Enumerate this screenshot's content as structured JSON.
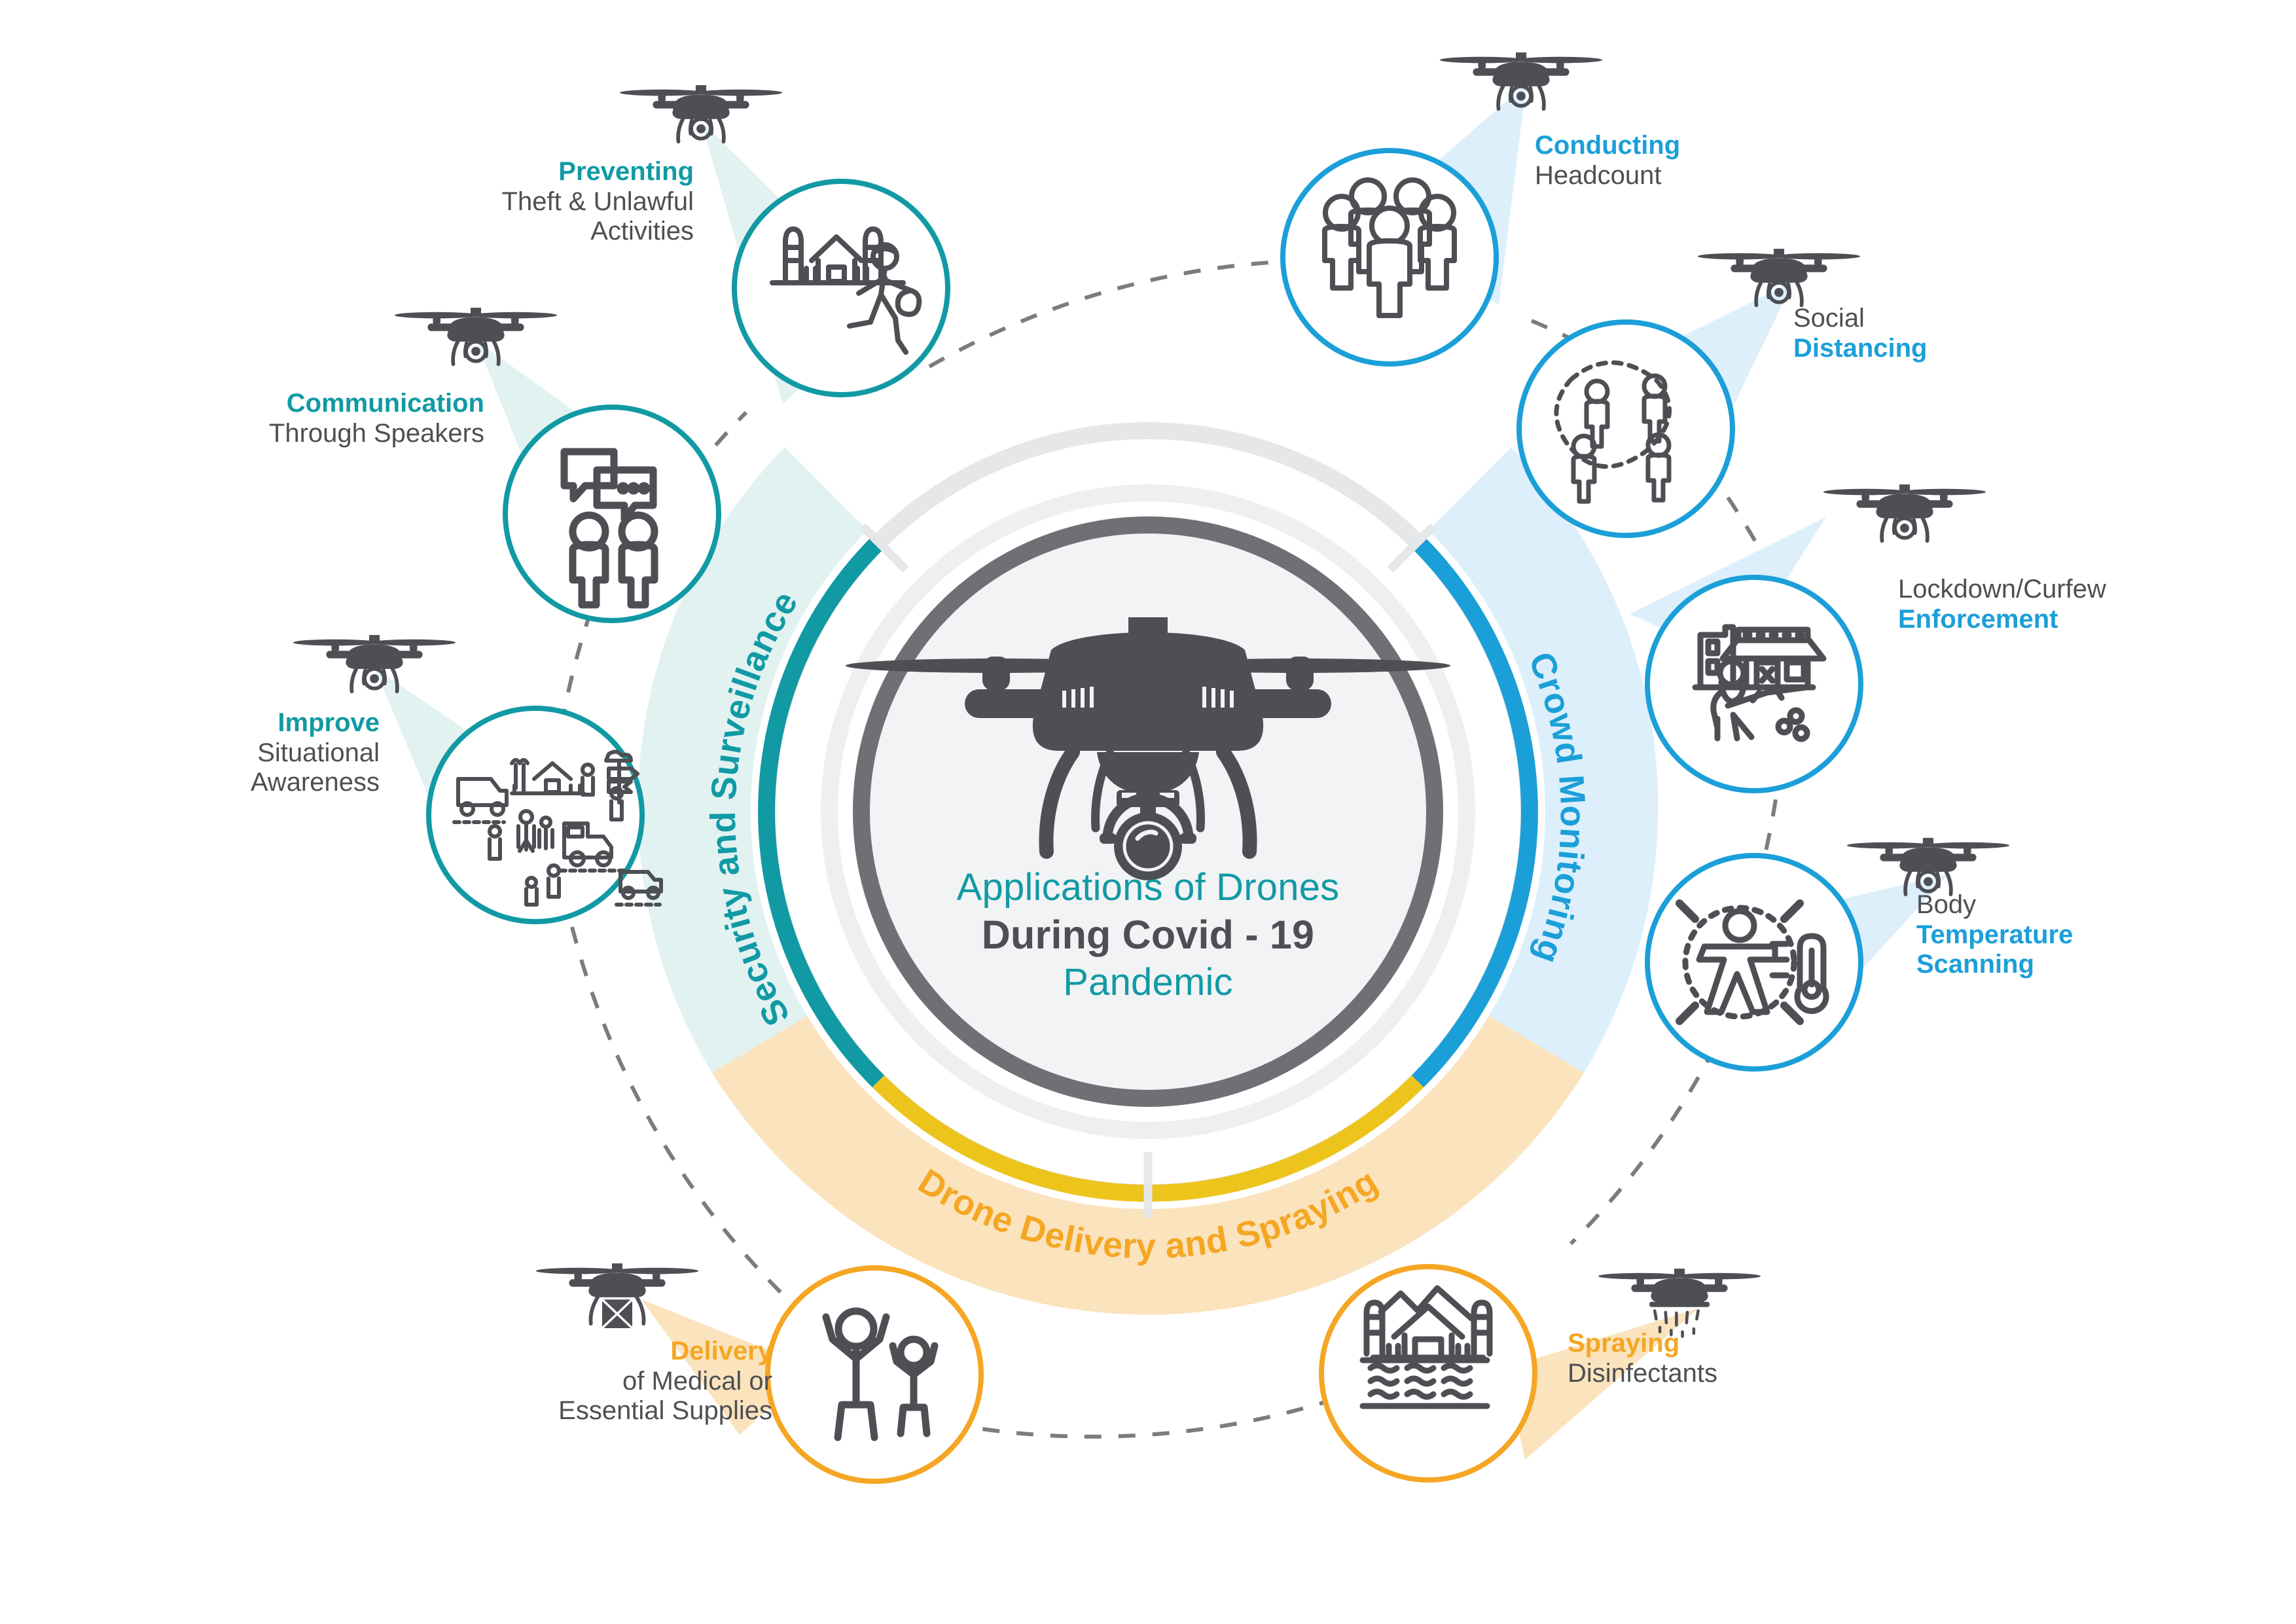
{
  "center": {
    "line1": "Applications of Drones",
    "line2": "During Covid - 19",
    "line3": "Pandemic",
    "drone_icon": "quadcopter-drone-icon"
  },
  "colors": {
    "teal": "#119aa4",
    "teal_pale": "#e2f2f1",
    "blue": "#1b9fd8",
    "blue_pale": "#ddeffb",
    "yellow": "#edc41c",
    "orange": "#f5a623",
    "orange_pale": "#fae3bd",
    "gray_dark": "#4d4f54",
    "gray_ring": "#6e7075",
    "gray_light": "#e6e7e8",
    "inner_fill": "#f2f3f4"
  },
  "arcs": [
    {
      "id": "security",
      "label": "Security and Surveillance",
      "color": "#119aa4",
      "band": "#e2f2f1"
    },
    {
      "id": "crowd",
      "label": "Crowd Monitoring",
      "color": "#1b9fd8",
      "band": "#ddeffb"
    },
    {
      "id": "delivery",
      "label": "Drone Delivery and Spraying",
      "color": "#edc41c",
      "text_color": "#f5a623",
      "band": "#fae3bd"
    }
  ],
  "nodes": [
    {
      "id": "preventing-theft",
      "group": "security",
      "accent": "teal",
      "highlight": "Preventing",
      "sub": "Theft & Unlawful\nActivities",
      "highlight_first": true,
      "align": "right",
      "icon": "thief-running-with-money-bag-house-icon",
      "drone": "surveillance-drone-icon"
    },
    {
      "id": "communication-speakers",
      "group": "security",
      "accent": "teal",
      "highlight": "Communication",
      "sub": "Through Speakers",
      "highlight_first": true,
      "align": "right",
      "icon": "two-people-speech-bubbles-icon",
      "drone": "surveillance-drone-icon"
    },
    {
      "id": "situational-awareness",
      "group": "security",
      "accent": "teal",
      "highlight": "Improve",
      "sub": "Situational\nAwareness",
      "highlight_first": true,
      "align": "right",
      "icon": "street-scene-people-vehicles-icon",
      "drone": "surveillance-drone-icon"
    },
    {
      "id": "conducting-headcount",
      "group": "crowd",
      "accent": "blue",
      "highlight": "Conducting",
      "sub": "Headcount",
      "highlight_first": true,
      "align": "left",
      "icon": "crowd-of-people-icon",
      "drone": "surveillance-drone-icon"
    },
    {
      "id": "social-distancing",
      "group": "crowd",
      "accent": "blue",
      "highlight": "Distancing",
      "sub": "Social",
      "highlight_first": false,
      "align": "left",
      "icon": "people-spaced-apart-icon",
      "drone": "surveillance-drone-icon"
    },
    {
      "id": "lockdown-enforcement",
      "group": "crowd",
      "accent": "blue",
      "highlight": "Enforcement",
      "sub": "Lockdown/Curfew",
      "highlight_first": false,
      "align": "left",
      "icon": "soldier-guarding-closed-shops-icon",
      "drone": "surveillance-drone-icon"
    },
    {
      "id": "body-temperature-scanning",
      "group": "crowd",
      "accent": "blue",
      "highlight": "Temperature\nScanning",
      "sub": "Body",
      "highlight_first": false,
      "align": "left",
      "icon": "body-scan-thermometer-icon",
      "drone": "surveillance-drone-icon"
    },
    {
      "id": "spraying-disinfectants",
      "group": "delivery",
      "accent": "orange",
      "highlight": "Spraying",
      "sub": "Disinfectants",
      "highlight_first": true,
      "align": "left",
      "icon": "house-field-being-sprayed-icon",
      "drone": "spraying-drone-icon"
    },
    {
      "id": "delivery-supplies",
      "group": "delivery",
      "accent": "orange",
      "highlight": "Delivery",
      "sub": "of Medical or\nEssential Supplies",
      "highlight_first": true,
      "align": "right",
      "icon": "people-receiving-package-icon",
      "drone": "delivery-drone-with-package-icon"
    }
  ]
}
